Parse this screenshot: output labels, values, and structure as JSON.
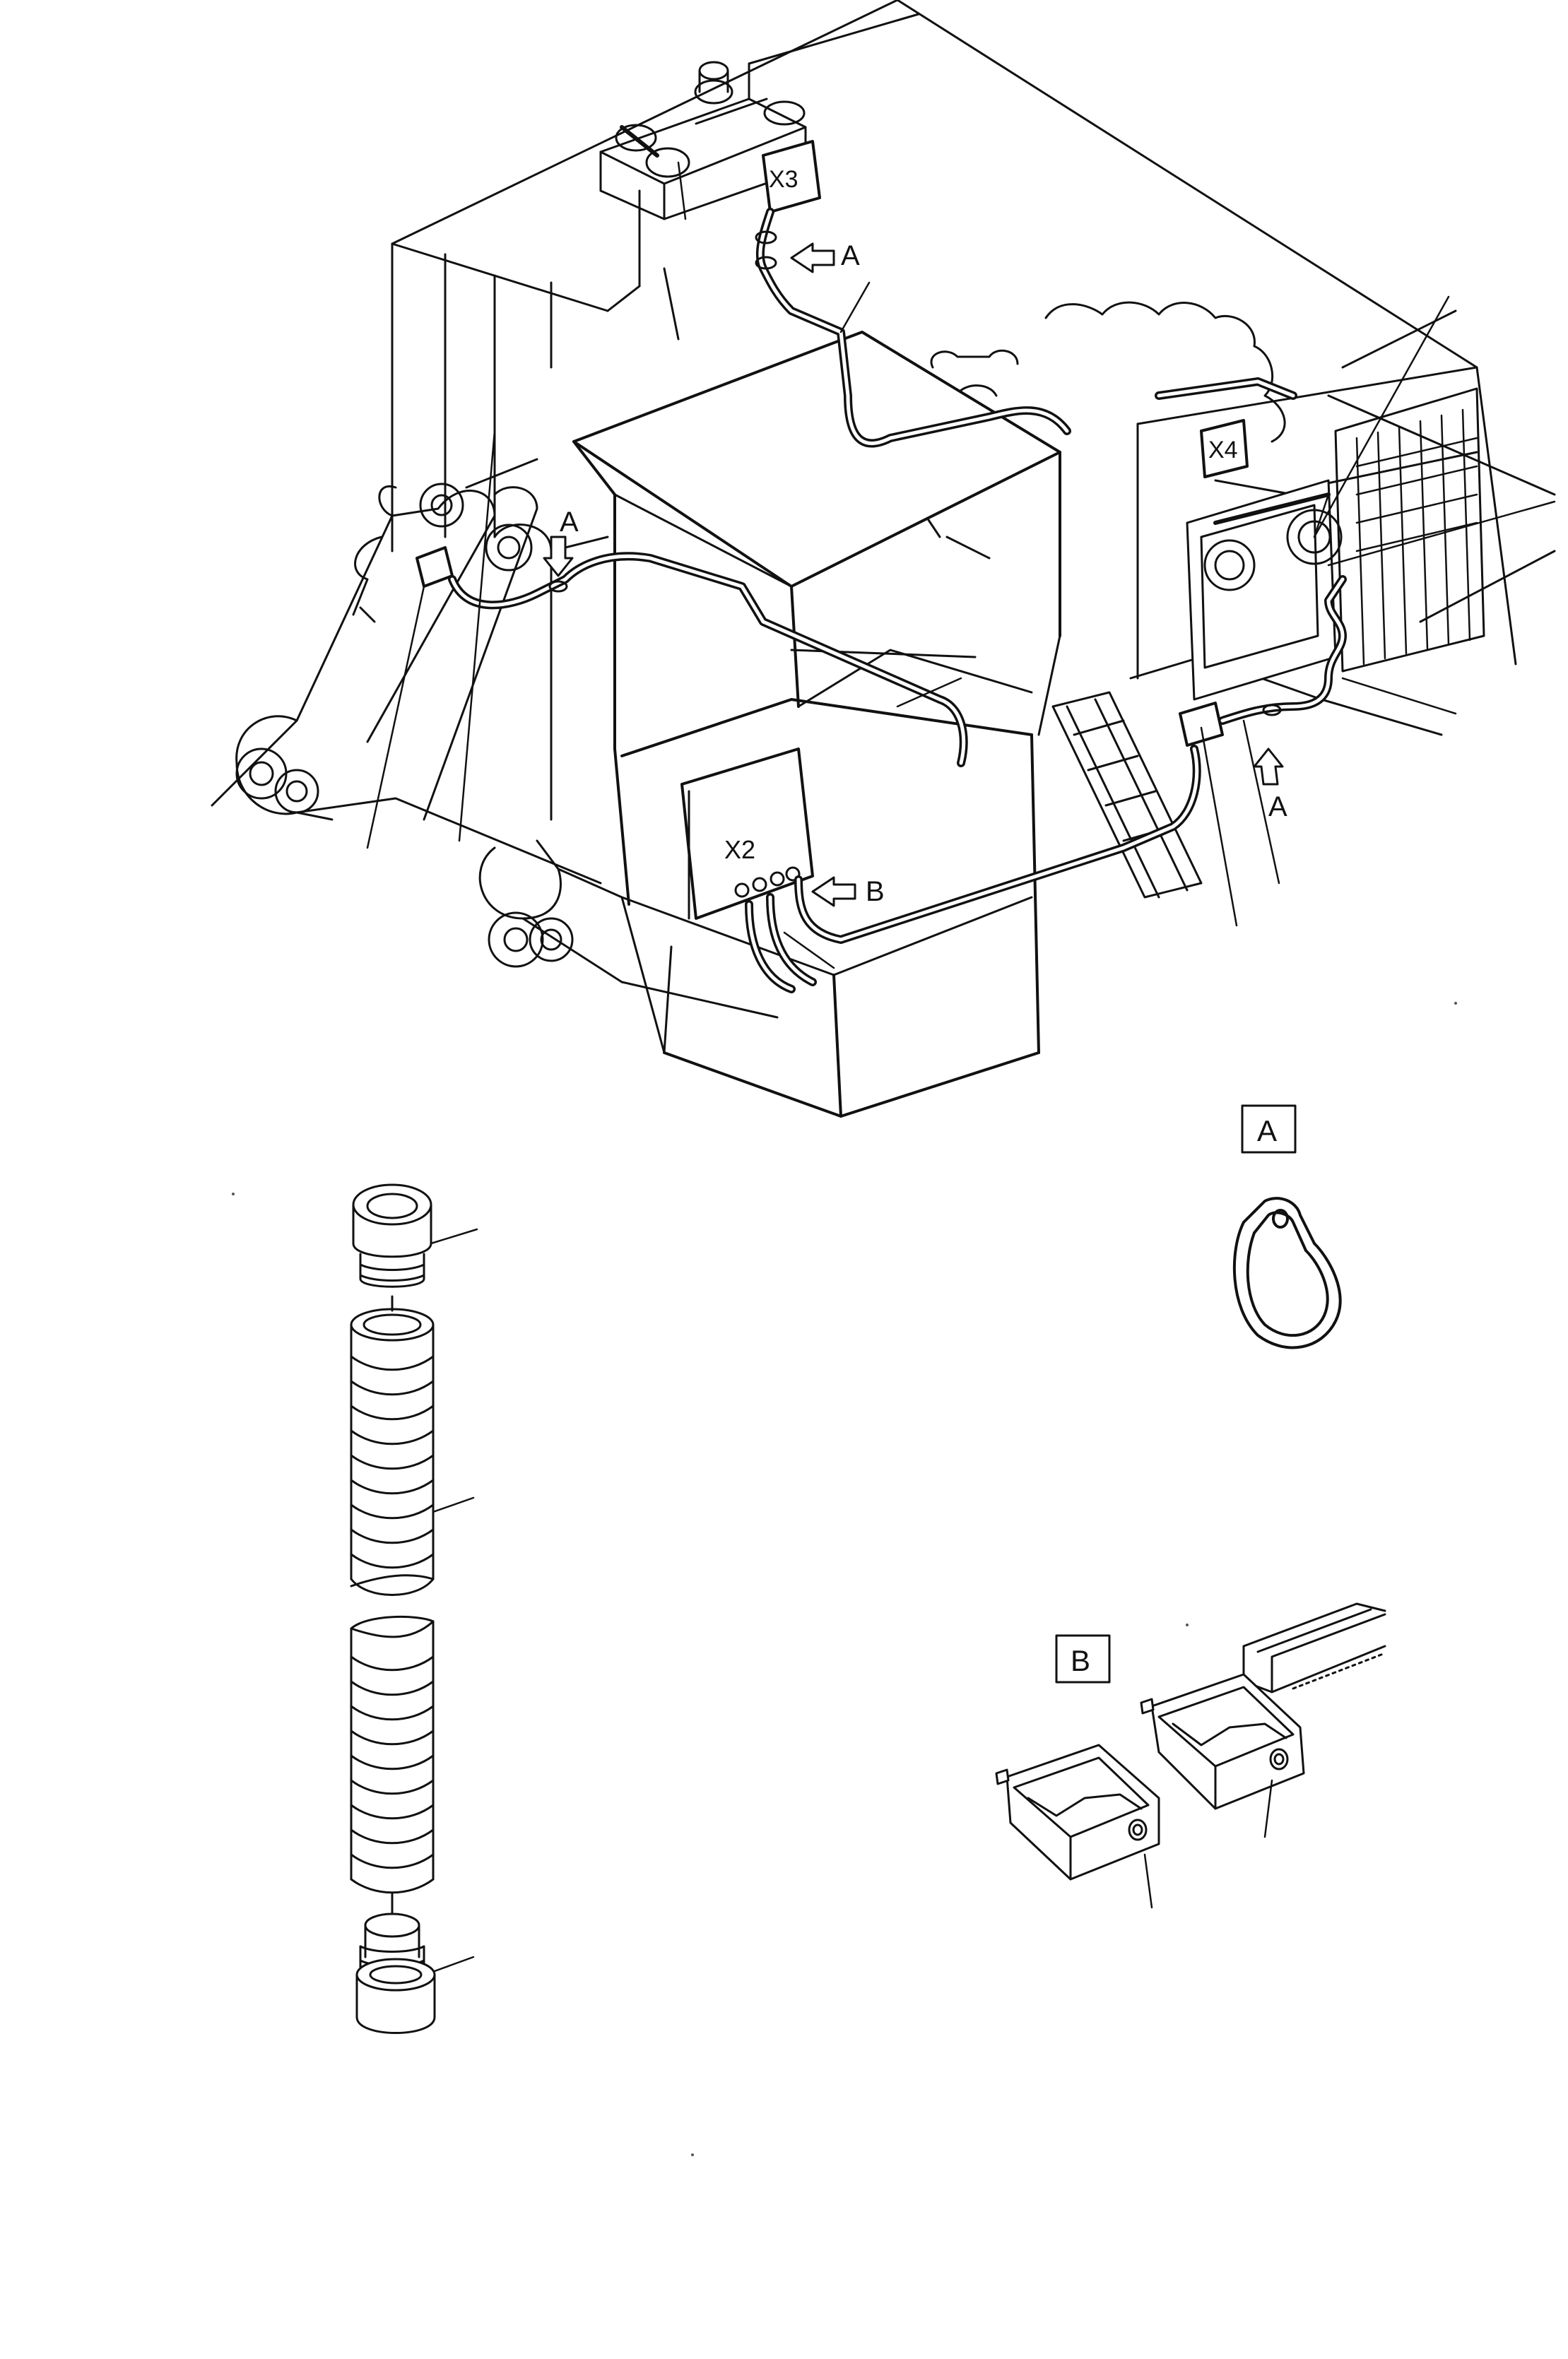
{
  "labels": {
    "connector_x3": "X3",
    "connector_x4": "X4",
    "connector_x2": "X2",
    "view_a_arrow": "A",
    "view_b_arrow": "B"
  },
  "detail_a": {
    "title": "A"
  },
  "detail_b": {
    "title": "B"
  }
}
